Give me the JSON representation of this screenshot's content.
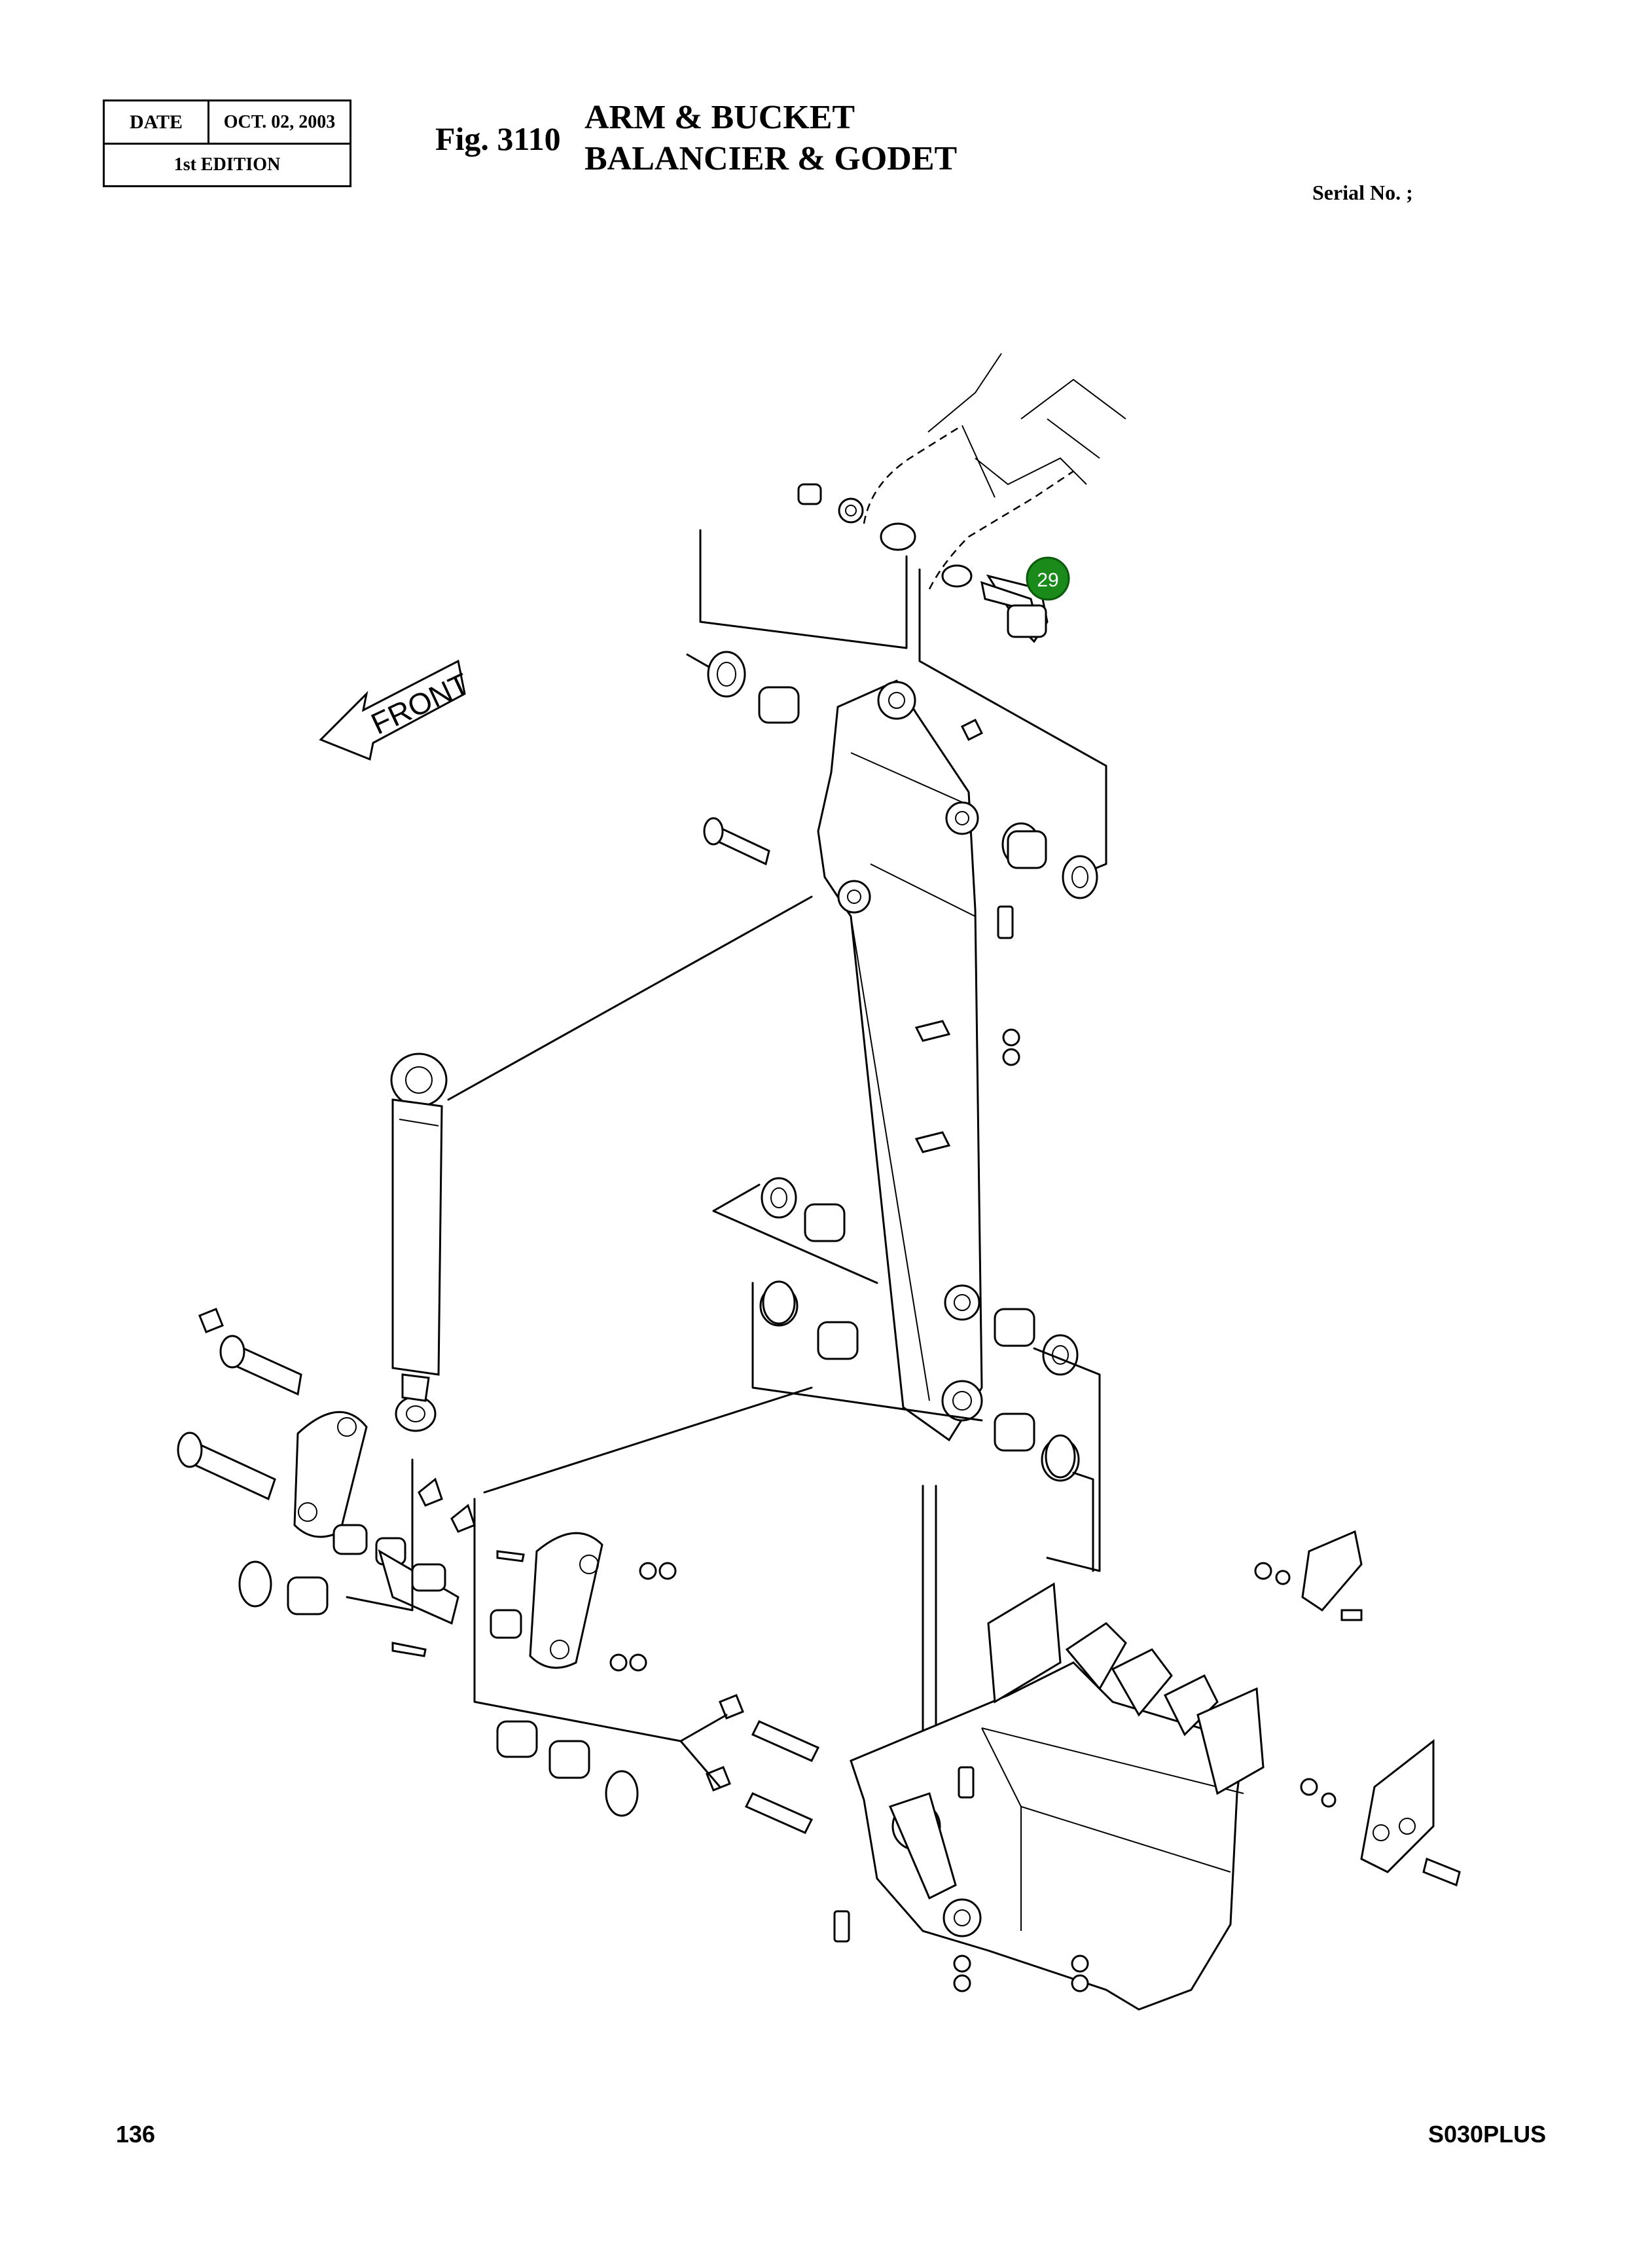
{
  "header": {
    "date_label": "DATE",
    "date_value": "OCT. 02, 2003",
    "edition": "1st EDITION"
  },
  "figure": {
    "number": "Fig. 3110",
    "title_en": "ARM & BUCKET",
    "title_fr": "BALANCIER & GODET"
  },
  "serial_label": "Serial No. ;",
  "diagram": {
    "direction_label": "FRONT",
    "callout": {
      "label": "29",
      "color": "#1a8a1a"
    }
  },
  "footer": {
    "page_number": "136",
    "model": "S030PLUS"
  }
}
